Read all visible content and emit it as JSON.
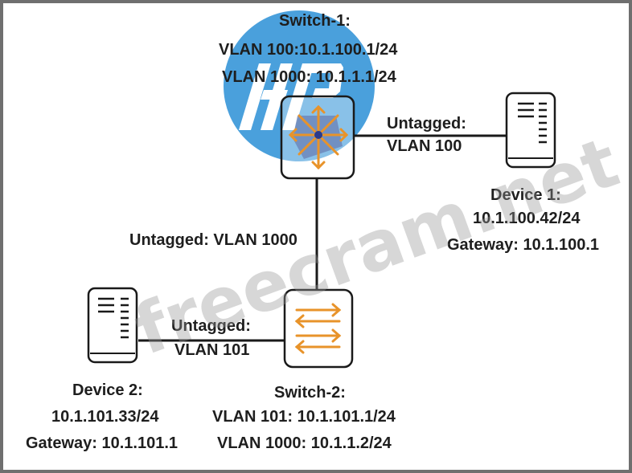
{
  "switch1": {
    "name": "Switch-1:",
    "vlan100": "VLAN 100:10.1.100.1/24",
    "vlan1000": "VLAN 1000: 10.1.1.1/24"
  },
  "switch2": {
    "name": "Switch-2:",
    "vlan101": "VLAN 101: 10.1.101.1/24",
    "vlan1000": "VLAN 1000: 10.1.1.2/24"
  },
  "device1": {
    "name": "Device 1:",
    "ip": "10.1.100.42/24",
    "gateway": "Gateway: 10.1.100.1"
  },
  "device2": {
    "name": "Device 2:",
    "ip": "10.1.101.33/24",
    "gateway": "Gateway: 10.1.101.1"
  },
  "links": {
    "sw1_dev1_line1": "Untagged:",
    "sw1_dev1_line2": "VLAN 100",
    "sw1_sw2": "Untagged: VLAN 1000",
    "sw2_dev2_line1": "Untagged:",
    "sw2_dev2_line2": "VLAN 101"
  },
  "watermark": {
    "text": "freecram.net",
    "logo": "hp-logo",
    "logo_color": "#2a8fd6"
  },
  "colors": {
    "arrow": "#e8932a",
    "switch1_router_icon": "#6a7fb5",
    "line": "#1a1a1a"
  }
}
